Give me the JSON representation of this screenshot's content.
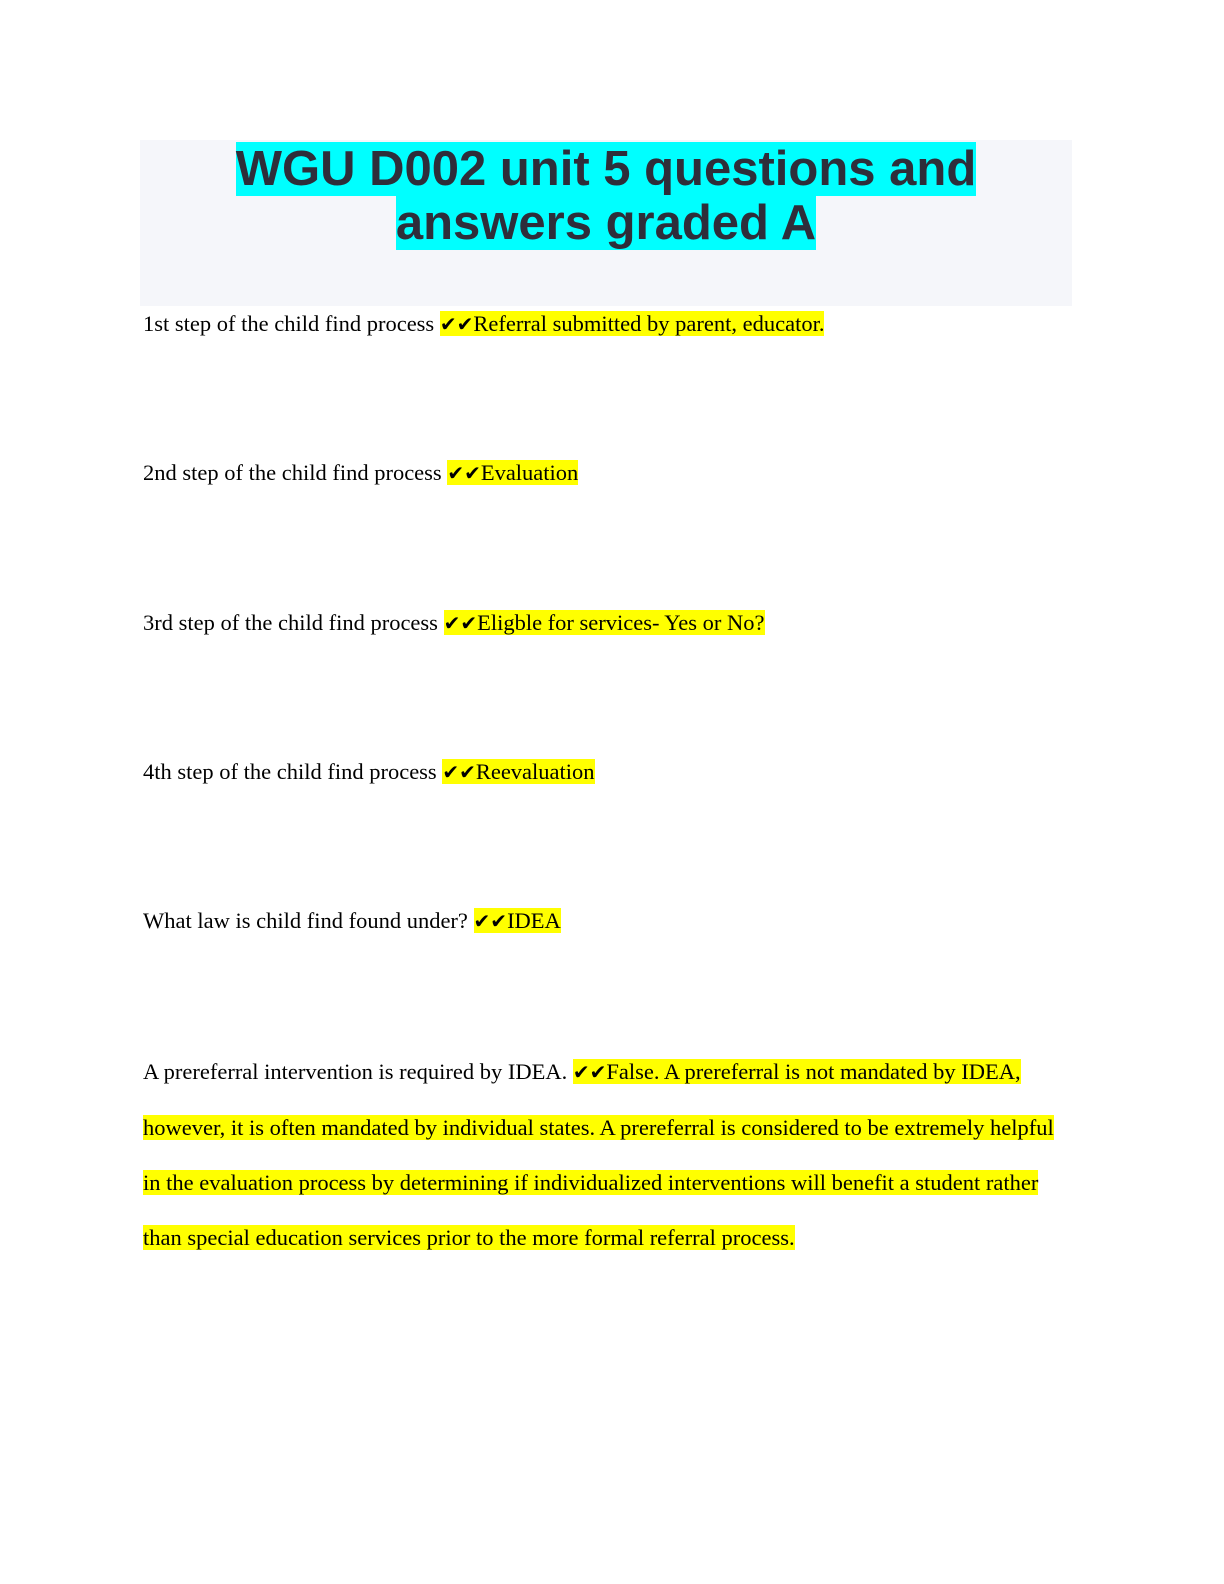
{
  "title": "WGU D002 unit 5 questions and answers graded A",
  "check_icon": "✔✔",
  "colors": {
    "title_highlight": "#00ffff",
    "answer_highlight": "#ffff00",
    "title_box": "#f5f6fa"
  },
  "items": [
    {
      "question": "1st step of the child find process",
      "answer": "Referral submitted by parent, educator."
    },
    {
      "question": "2nd step of the child find process",
      "answer": "Evaluation"
    },
    {
      "question": "3rd step of the child find process",
      "answer": "Eligble for services- Yes or No?"
    },
    {
      "question": "4th step of the child find process",
      "answer": "Reevaluation"
    },
    {
      "question": "What law is child find found under?",
      "answer": "IDEA"
    },
    {
      "question": "A prereferral intervention is required by IDEA.",
      "answer": "False. A prereferral is not mandated by IDEA, however, it is often mandated by individual states. A prereferral is considered to be extremely helpful in the evaluation process by determining if individualized interventions will benefit a student rather than special education services prior to the more formal referral process."
    }
  ]
}
